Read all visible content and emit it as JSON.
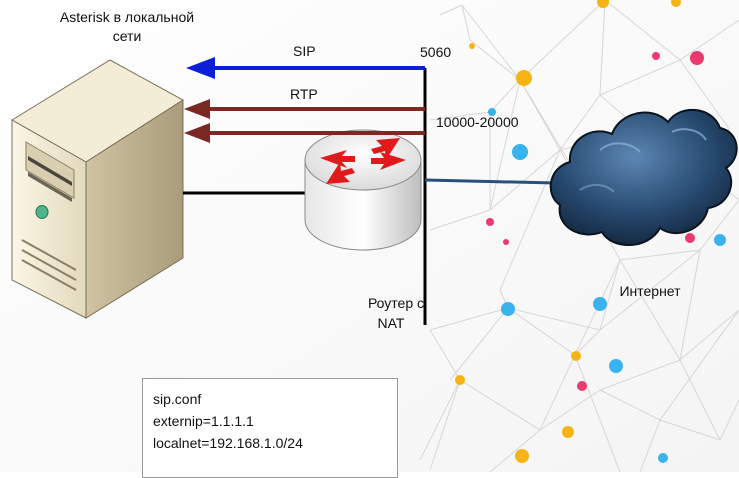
{
  "server": {
    "label_line1": "Asterisk в локальной",
    "label_line2": "сети"
  },
  "links": {
    "sip_label": "SIP",
    "sip_port": "5060",
    "rtp_label": "RTP",
    "rtp_ports": "10000-20000"
  },
  "router": {
    "label_line1": "Роутер с",
    "label_line2": "NAT"
  },
  "internet": {
    "label": "Интернет"
  },
  "config": {
    "lines": [
      "sip.conf",
      "externip=1.1.1.1",
      "localnet=192.168.1.0/24"
    ]
  },
  "colors": {
    "sip_arrow": "#0b1fd8",
    "rtp_arrow": "#7a2a22",
    "router_arrows": "#e0191b",
    "uplink": "#2a4f7e",
    "dot_palette": [
      "#f5b414",
      "#3ab2ec",
      "#ea3a6e"
    ]
  }
}
